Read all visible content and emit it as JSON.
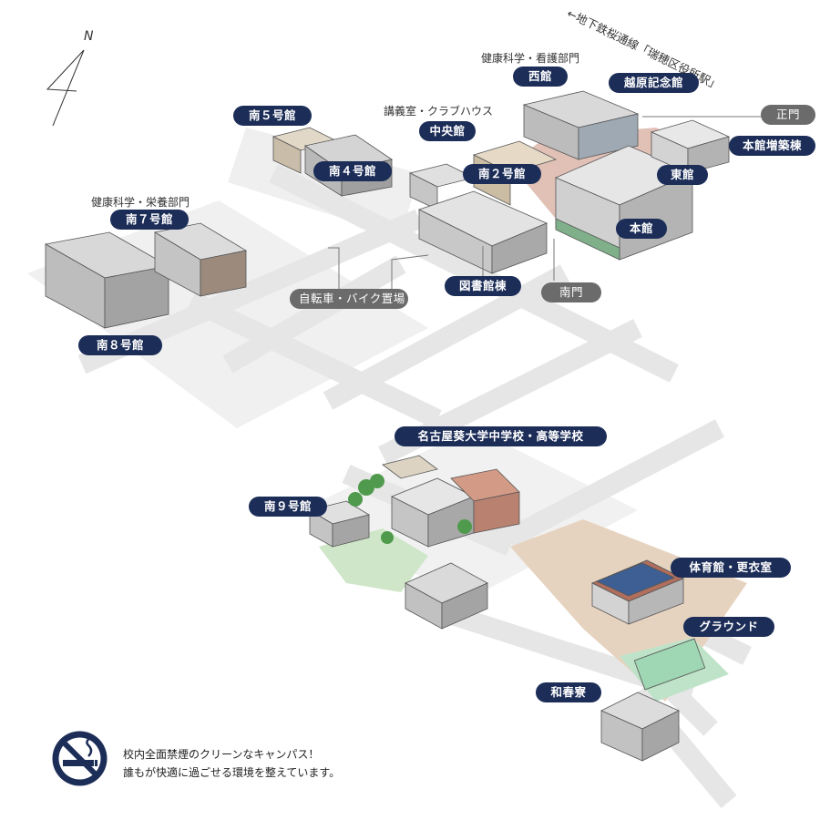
{
  "compass": {
    "letter": "N"
  },
  "subway": {
    "text": "←地下鉄桜通線「瑞穂区役所駅」"
  },
  "captions": {
    "west_group": "健康科学・看護部門",
    "lecture_group": "講義室・クラブハウス",
    "south7_group": "健康科学・栄養部門"
  },
  "buildings": {
    "nishi": "西館",
    "koshihara": "越原記念館",
    "seimon": "正門",
    "honkan_zoutiku": "本館増築棟",
    "chuo": "中央館",
    "minami5": "南５号館",
    "minami4": "南４号館",
    "minami2": "南２号館",
    "higashi": "東館",
    "honkan": "本館",
    "minami7": "南７号館",
    "bicycle": "自転車・バイク置場",
    "library": "図書館棟",
    "nanmon": "南門",
    "minami8": "南８号館",
    "school": "名古屋葵大学中学校・高等学校",
    "minami9": "南９号館",
    "gym": "体育館・更衣室",
    "ground": "グラウンド",
    "dorm": "和春寮"
  },
  "notice": {
    "line1": "校内全面禁煙のクリーンなキャンパス！",
    "line2": "誰もが快適に過ごせる環境を整えています。"
  },
  "colors": {
    "navy": "#1c2d58",
    "gray": "#6b6b6b",
    "road": "#e9e9e9",
    "lawn": "#cfe6c8",
    "sand": "#e6d3bf",
    "brick": "#c98d7a"
  },
  "icons": [
    "compass-icon",
    "no-smoking-icon"
  ]
}
